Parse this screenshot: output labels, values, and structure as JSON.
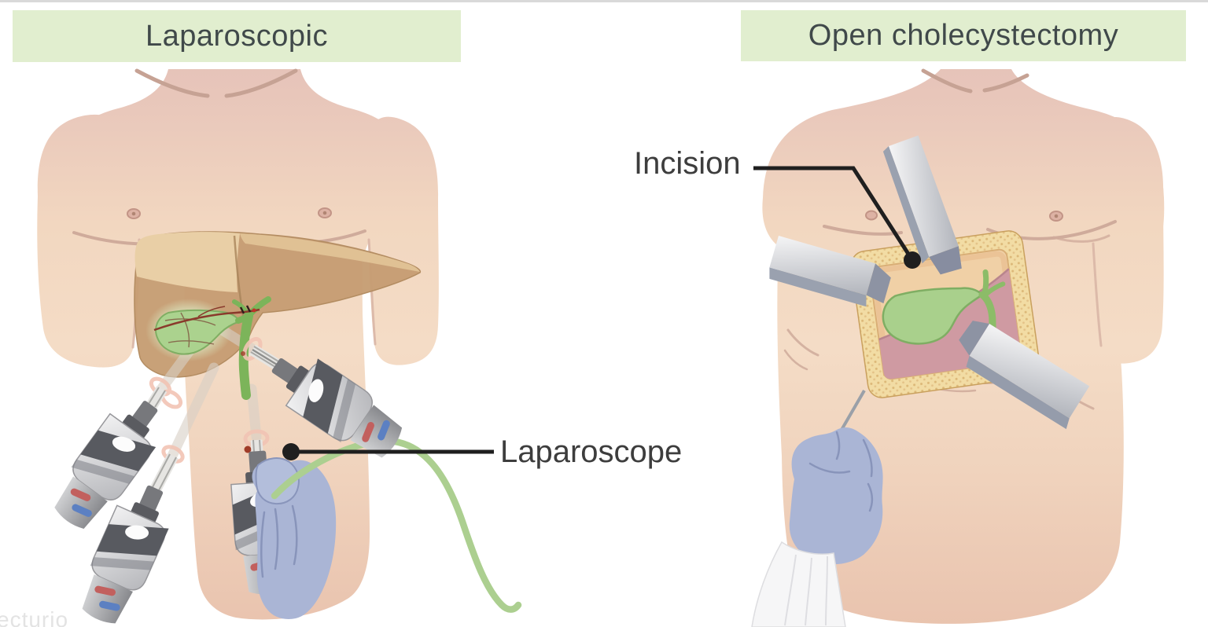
{
  "panels": {
    "laparoscopic": {
      "title": "Laparoscopic",
      "callout": "Laparoscope"
    },
    "open": {
      "title": "Open cholecystectomy",
      "callout": "Incision"
    }
  },
  "watermark": {
    "text": "ecturio"
  },
  "colors": {
    "banner_bg": "#e1eecf",
    "banner_text": "#40494a",
    "callout_text": "#3d3d3d",
    "leader_line": "#1f1f1f",
    "skin_light": "#f4dcc6",
    "skin_pink": "#e6c3b9",
    "liver_light": "#e9cfa6",
    "liver_dark": "#c79e74",
    "gallbladder_green": "#abd28e",
    "duct_green": "#7cb45a",
    "artery_red": "#b23a30",
    "glove_blue": "#aab5d5",
    "cable_green": "#accf90",
    "instrument_light": "#e3e4e6",
    "instrument_dark": "#585a60",
    "stripe_red": "#c2605e",
    "stripe_blue": "#5c80c2",
    "retractor_gray": "#c6c9cf",
    "fat_yellow": "#f2dca4",
    "wound_pink": "#cf9aa2",
    "sleeve_white": "#f6f6f7"
  }
}
